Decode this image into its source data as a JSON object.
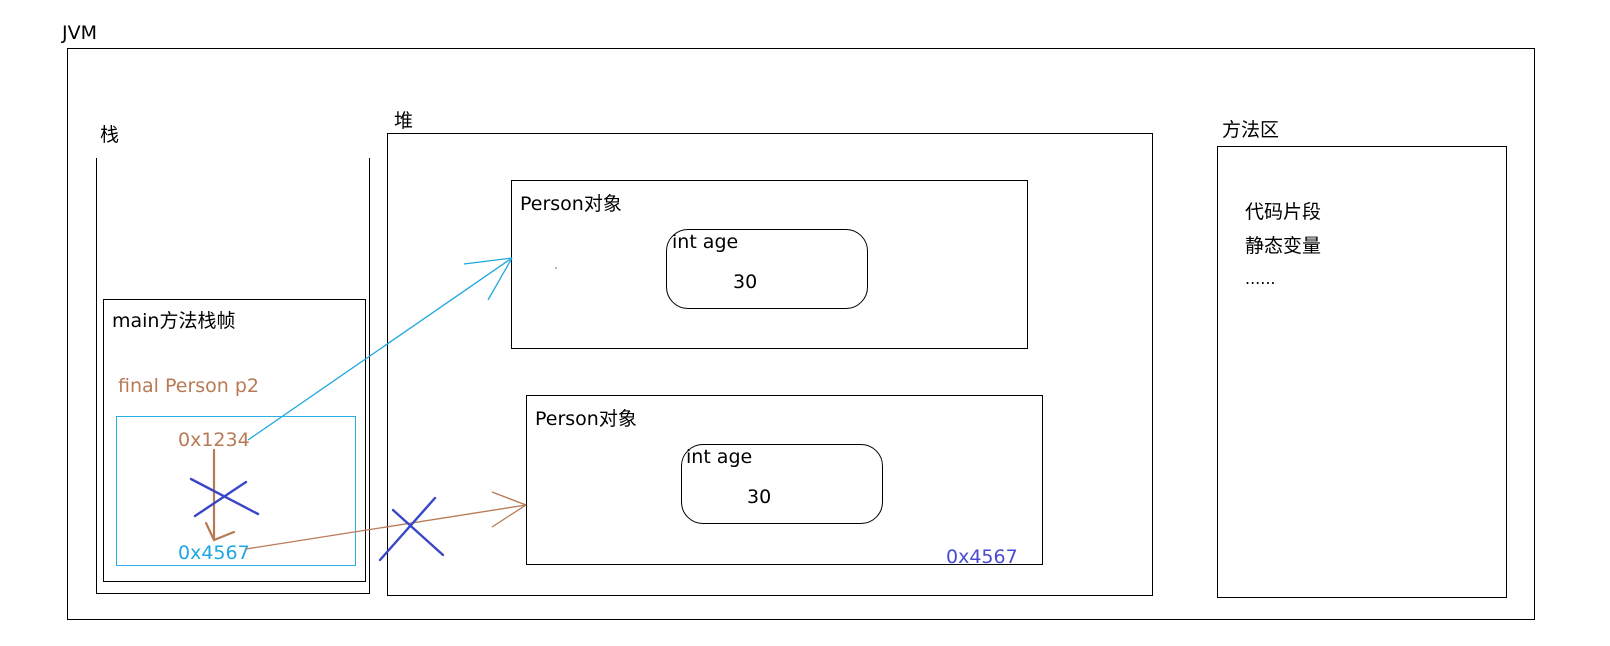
{
  "jvm": {
    "label": "JVM"
  },
  "stack": {
    "label": "栈",
    "frame": {
      "label": "main方法栈帧",
      "variable": "final Person p2",
      "old_address": "0x1234",
      "new_address": "0x4567"
    }
  },
  "heap": {
    "label": "堆",
    "objects": [
      {
        "label": "Person对象",
        "field_name": "int age",
        "field_value": "30"
      },
      {
        "label": "Person对象",
        "field_name": "int age",
        "field_value": "30",
        "address": "0x4567"
      }
    ]
  },
  "method_area": {
    "label": "方法区",
    "items": [
      "代码片段",
      "静态变量",
      "......"
    ]
  },
  "colors": {
    "reference_cyan": "#1ea7e1",
    "reference_brown": "#b87a55",
    "cross_blue": "#3a46c8",
    "address_blue": "#4a4ad0",
    "frame_inner_border": "#2ab0e6"
  }
}
